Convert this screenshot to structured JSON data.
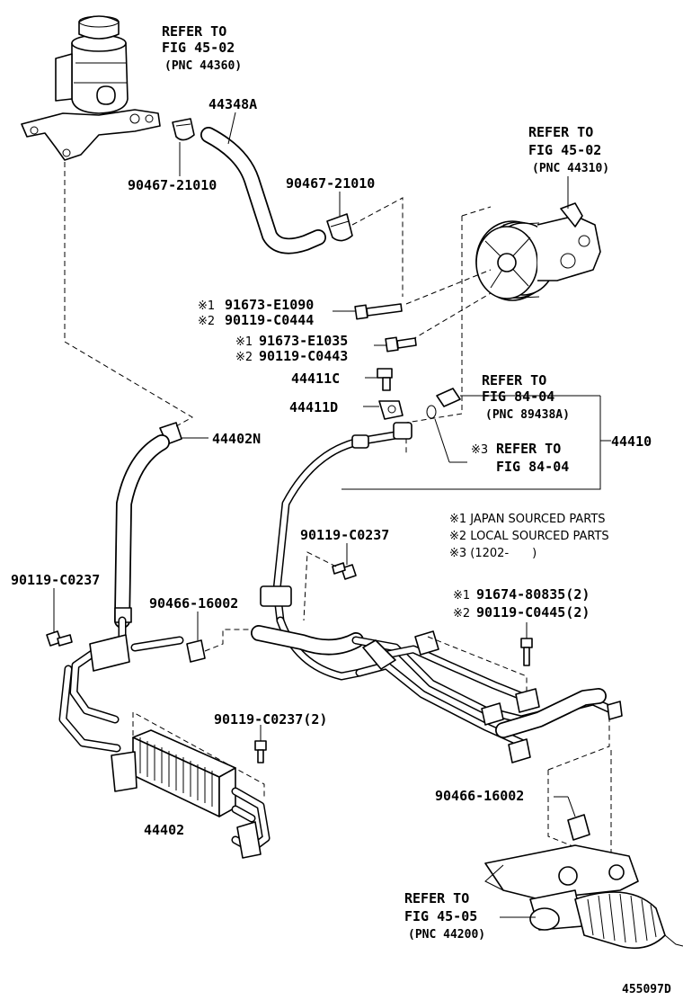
{
  "diagram": {
    "refs": {
      "reservoir": {
        "line1": "REFER TO",
        "line2": "FIG 45-02",
        "line3": "(PNC 44360)"
      },
      "pump": {
        "line1": "REFER TO",
        "line2": "FIG 45-02",
        "line3": "(PNC 44310)"
      },
      "sensor": {
        "line1": "REFER TO",
        "line2": "FIG 84-04",
        "line3": "(PNC 89438A)"
      },
      "sensor2": {
        "prefix": "※3",
        "line1": "REFER TO",
        "line2": "FIG 84-04"
      },
      "gear": {
        "line1": "REFER TO",
        "line2": "FIG 45-05",
        "line3": "(PNC 44200)"
      }
    },
    "labels": {
      "hose_44348A": "44348A",
      "clamp_left": "90467-21010",
      "clamp_right": "90467-21010",
      "bolt1_jp": "91673-E1090",
      "bolt1_local": "90119-C0444",
      "bolt2_jp": "91673-E1035",
      "bolt2_local": "90119-C0443",
      "union_c": "44411C",
      "union_d": "44411D",
      "clip_44402N": "44402N",
      "pressure_tube": "44410",
      "bolt_mid": "90119-C0237",
      "bolt_left": "90119-C0237",
      "clamp_mid": "90466-16002",
      "bolt_rack_jp": "91674-80835(2)",
      "bolt_rack_local": "90119-C0445(2)",
      "bolt_cooler": "90119-C0237(2)",
      "cooler": "44402",
      "clamp_rack": "90466-16002",
      "mark1": "※1",
      "mark2": "※2"
    },
    "notes": {
      "n1": "※1 JAPAN SOURCED PARTS",
      "n2": "※2 LOCAL SOURCED PARTS",
      "n3": "※3 (1202-　　)"
    },
    "figure_id": "455097D"
  }
}
